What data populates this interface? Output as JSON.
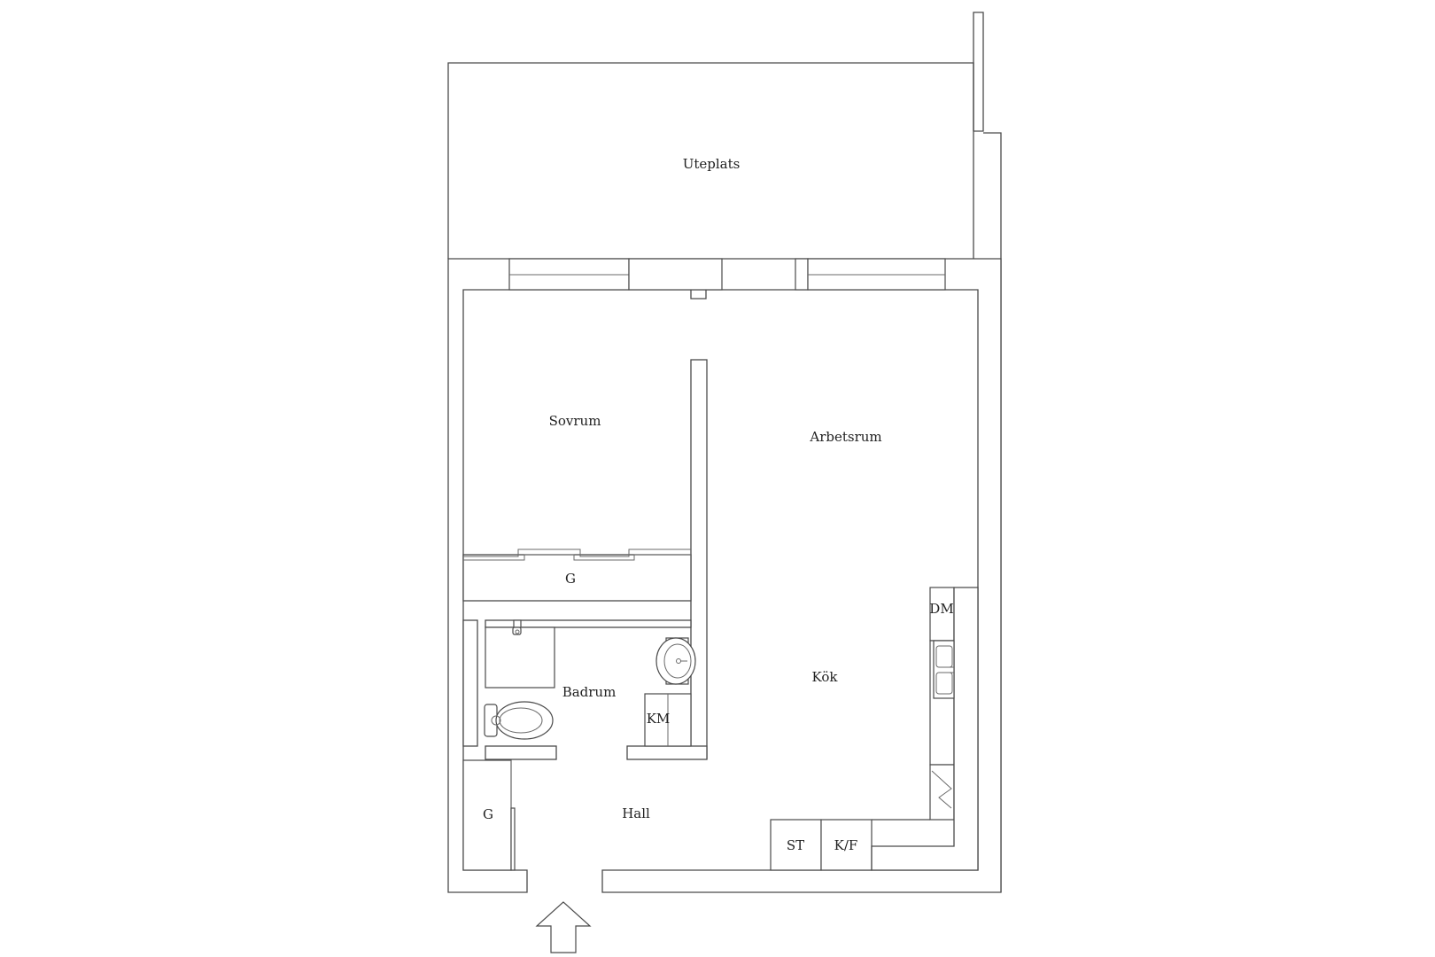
{
  "rooms": {
    "uteplats": "Uteplats",
    "sovrum": "Sovrum",
    "arbetsrum": "Arbetsrum",
    "garderob_sovrum": "G",
    "badrum": "Badrum",
    "kok": "Kök",
    "hall": "Hall",
    "garderob_hall": "G"
  },
  "fixtures": {
    "diskmaskin": "DM",
    "tvattmaskin": "KM",
    "spis": "ST",
    "kyl_frys": "K/F"
  },
  "icons": {
    "entrance": "entrance-arrow-icon",
    "toilet": "toilet-icon",
    "sink": "sink-icon",
    "shower": "shower-icon",
    "kitchen_sink": "kitchen-sink-icon"
  },
  "colors": {
    "line": "#4a4a4a",
    "background": "#ffffff"
  }
}
